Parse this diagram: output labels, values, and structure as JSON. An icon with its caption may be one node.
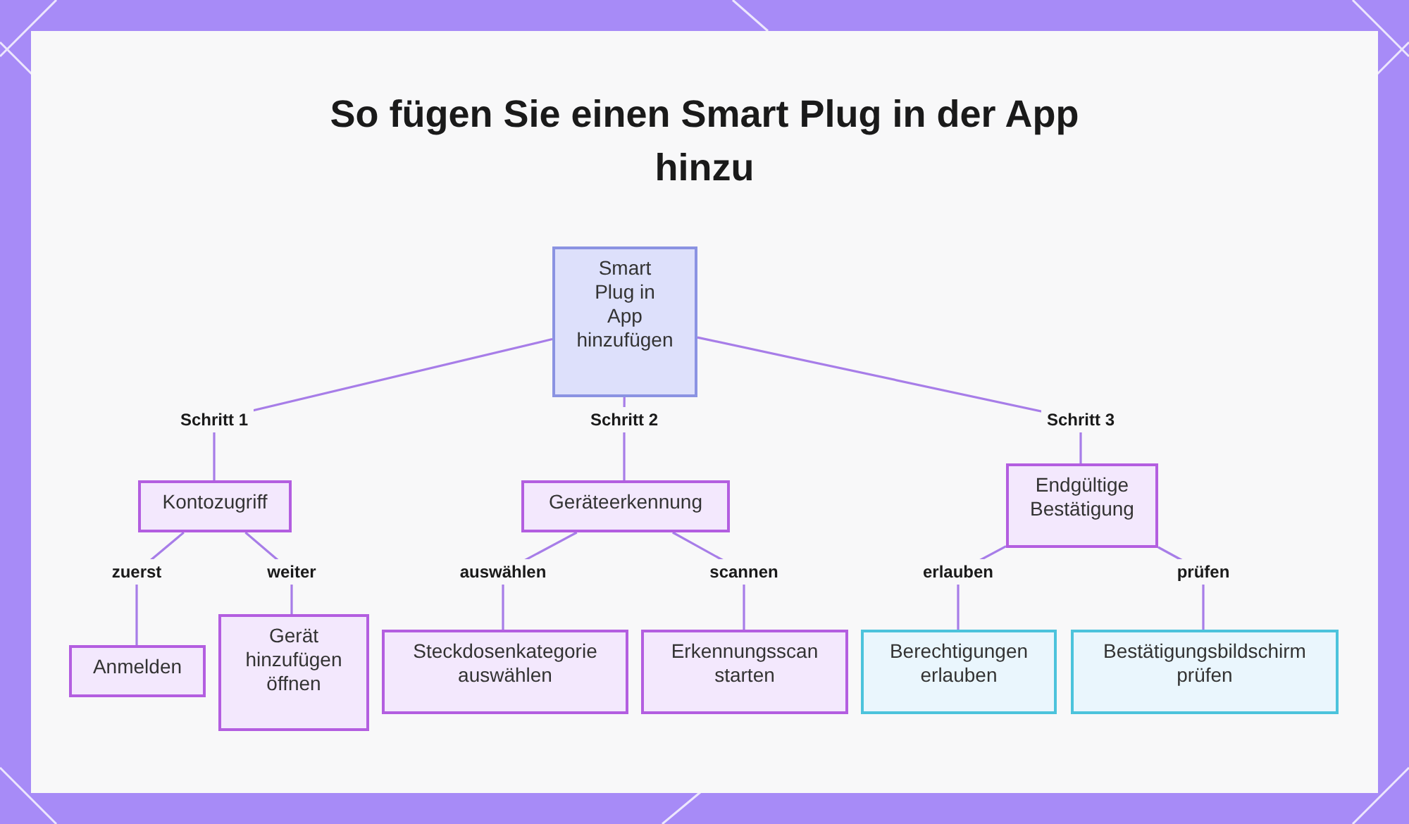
{
  "diagram": {
    "title": "So fügen Sie einen Smart Plug in der App hinzu",
    "nodes": [
      {
        "text": [
          "Smart Plug in App hinzufügen"
        ]
      },
      {
        "text": [
          "Kontozugriff"
        ]
      },
      {
        "text": [
          "Geräteerkennung"
        ]
      },
      {
        "text": [
          "Endgültige Bestätigung"
        ]
      },
      {
        "text": [
          "Anmelden"
        ]
      },
      {
        "text": [
          "Gerät hinzufügen öffnen"
        ]
      },
      {
        "text": [
          "Steckdosenkategorie auswählen"
        ]
      },
      {
        "text": [
          "Erkennungsscan starten"
        ]
      },
      {
        "text": [
          "Berechtigungen erlauben"
        ]
      },
      {
        "text": [
          "Bestätigungsbildschirm prüfen"
        ]
      }
    ],
    "edges": [
      {
        "from": 0,
        "to": 1,
        "arrow": "none",
        "label": "Schritt 1"
      },
      {
        "from": 0,
        "to": 2,
        "arrow": "none",
        "label": "Schritt 2"
      },
      {
        "from": 0,
        "to": 3,
        "arrow": "none",
        "label": "Schritt 3"
      },
      {
        "from": 1,
        "to": 4,
        "arrow": "none",
        "label": "zuerst"
      },
      {
        "from": 1,
        "to": 5,
        "arrow": "none",
        "label": "weiter"
      },
      {
        "from": 2,
        "to": 6,
        "arrow": "none",
        "label": "auswählen"
      },
      {
        "from": 2,
        "to": 7,
        "arrow": "none",
        "label": "scannen"
      },
      {
        "from": 3,
        "to": 8,
        "arrow": "none",
        "label": "erlauben"
      },
      {
        "from": 3,
        "to": 9,
        "arrow": "none",
        "label": "prüfen"
      }
    ]
  }
}
